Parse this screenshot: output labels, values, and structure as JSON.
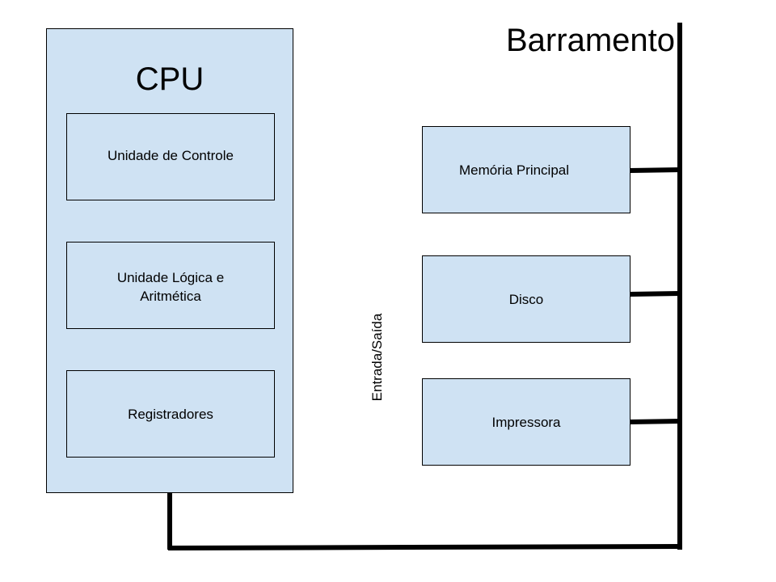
{
  "cpu": {
    "title": "CPU",
    "components": [
      {
        "label": "Unidade de Controle"
      },
      {
        "label": "Unidade Lógica e\nAritmética"
      },
      {
        "label": "Registradores"
      }
    ]
  },
  "bus": {
    "title": "Barramento"
  },
  "io_label": "Entrada/Saída",
  "devices": [
    {
      "label": "Memória Principal"
    },
    {
      "label": "Disco"
    },
    {
      "label": "Impressora"
    }
  ],
  "colors": {
    "box_fill": "#cfe2f3",
    "border": "#000000",
    "wire": "#000000"
  }
}
